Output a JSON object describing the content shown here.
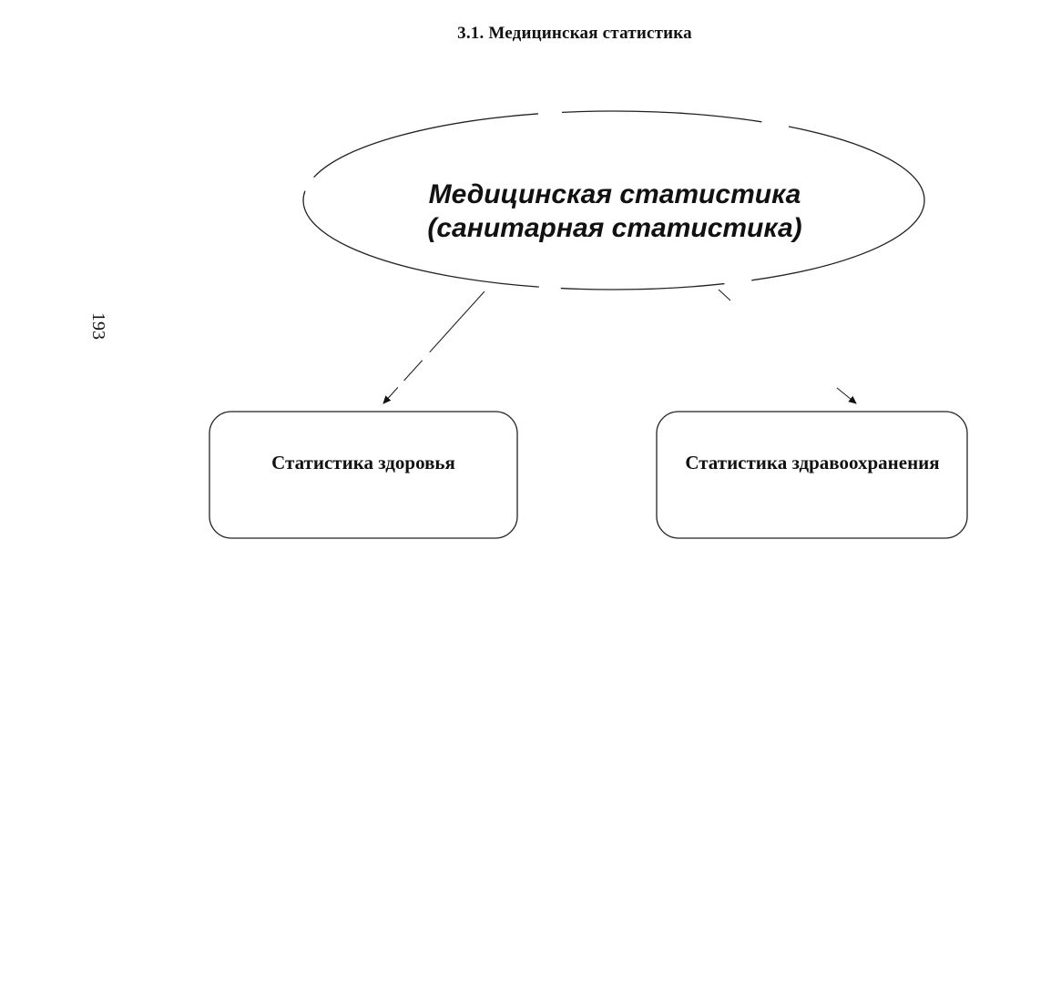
{
  "header": {
    "section_title": "3.1. Медицинская статистика"
  },
  "page": {
    "number": "193"
  },
  "diagram": {
    "root": {
      "line1": "Медицинская статистика",
      "line2": "(санитарная статистика)"
    },
    "children": [
      {
        "label": "Статистика здоровья"
      },
      {
        "label": "Статистика здравоохранения"
      }
    ]
  }
}
